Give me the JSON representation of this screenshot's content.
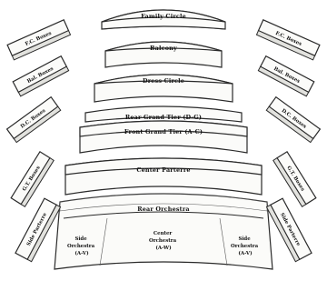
{
  "sections": {
    "family_circle": "Family Circle",
    "balcony": "Balcony",
    "dress_circle": "Dress Circle",
    "rear_grand_tier": "Rear Grand Tier (D-G)",
    "front_grand_tier": "Front Grand Tier (A-C)",
    "center_parterre": "Center Parterre",
    "rear_orchestra": "Rear Orchestra",
    "side_orchestra_left": [
      "Side",
      "Orchestra",
      "(A-V)"
    ],
    "center_orchestra": [
      "Center",
      "Orchestra",
      "(A-W)"
    ],
    "side_orchestra_right": [
      "Side",
      "Orchestra",
      "(A-V)"
    ],
    "fc_boxes_left": "F.C. Boxes",
    "fc_boxes_right": "F.C. Boxes",
    "bal_boxes_left": "Bal. Boxes",
    "bal_boxes_right": "Bal. Boxes",
    "dc_boxes_left": "D.C. Boxes",
    "dc_boxes_right": "D.C. Boxes",
    "gt_boxes_left": "G.T. Boxes",
    "gt_boxes_right": "G.T. Boxes",
    "side_parterre_left": "Side Parterre",
    "side_parterre_right": "Side Parterre"
  }
}
